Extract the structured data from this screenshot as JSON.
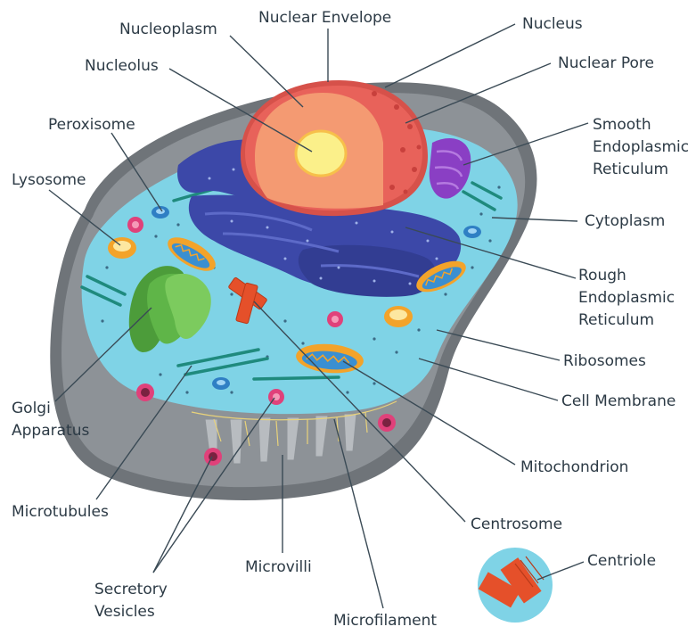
{
  "labels": {
    "nuclear_envelope": "Nuclear Envelope",
    "nucleoplasm": "Nucleoplasm",
    "nucleus": "Nucleus",
    "nucleolus": "Nucleolus",
    "nuclear_pore": "Nuclear Pore",
    "peroxisome": "Peroxisome",
    "smooth_er": [
      "Smooth",
      "Endoplasmic",
      "Reticulum"
    ],
    "lysosome": "Lysosome",
    "cytoplasm": "Cytoplasm",
    "rough_er": [
      "Rough",
      "Endoplasmic",
      "Reticulum"
    ],
    "ribosomes": "Ribosomes",
    "cell_membrane": "Cell Membrane",
    "golgi": [
      "Golgi",
      "Apparatus"
    ],
    "mitochondrion": "Mitochondrion",
    "microtubules": "Microtubules",
    "centrosome": "Centrosome",
    "centriole": "Centriole",
    "microvilli": "Microvilli",
    "secretory_vesicles": [
      "Secretory",
      "Vesicles"
    ],
    "microfilament": "Microfilament"
  },
  "colors": {
    "membrane_outer": "#6f7479",
    "cytoplasm": "#7fd3e6",
    "nucleus_outer": "#e8625a",
    "nucleoplasm": "#f49a72",
    "nucleolus": "#fbf08a",
    "rough_er": "#3c48a8",
    "smooth_er": "#8a3fc4",
    "golgi": "#5fb548",
    "mitochondrion": "#f3a32a",
    "centrosome": "#e5502a",
    "vesicle": "#e0417a",
    "microtubule": "#1f8a7d",
    "label_text": "#2c3a45"
  }
}
